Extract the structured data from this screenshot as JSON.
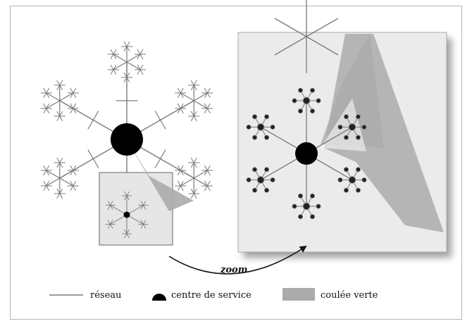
{
  "legend": {
    "network_label": "réseau",
    "service_center_label": "centre de service",
    "green_flow_label": "coulée verte"
  },
  "zoom_label": "zoom",
  "colors": {
    "network_line": "#7a7a7a",
    "service_center": "#000000",
    "green_flow": "#ababab",
    "panel_background": "#ebebeb",
    "frame_border": "#b4b4b4"
  }
}
